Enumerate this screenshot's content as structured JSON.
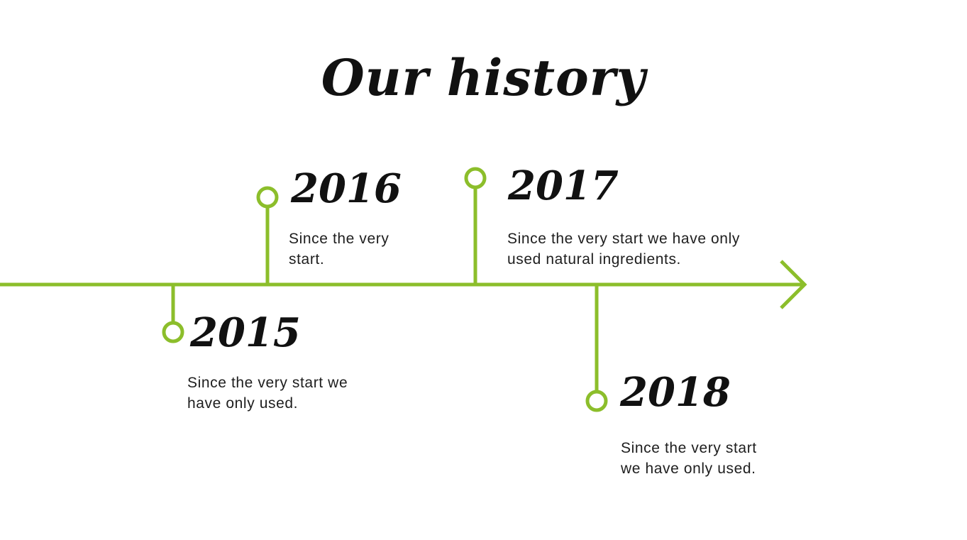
{
  "title": "Our history",
  "accent_color": "#8cbe2b",
  "events": [
    {
      "year": "2015",
      "text": "Since the very start we have only used."
    },
    {
      "year": "2016",
      "text": "Since the very start."
    },
    {
      "year": "2017",
      "text": "Since the very start we have only used natural ingredients."
    },
    {
      "year": "2018",
      "text": "Since the very start we have only used."
    }
  ]
}
